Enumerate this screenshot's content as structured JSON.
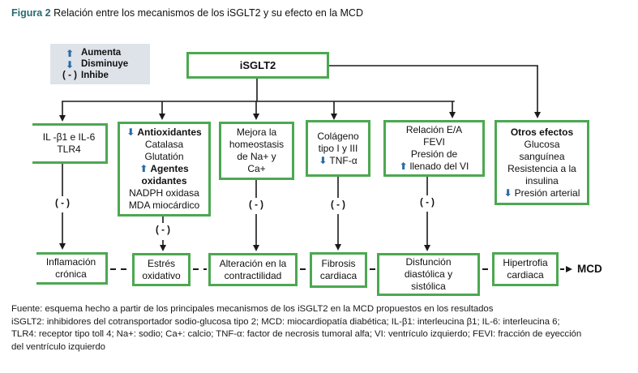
{
  "figure": {
    "caption_label": "Figura 2",
    "caption_text": "Relación entre los mecanismos de los iSGLT2 y su efecto en la MCD"
  },
  "symbols": {
    "up": "⬆",
    "down": "⬇",
    "inhibit": "( - )"
  },
  "legend": {
    "aumenta": "Aumenta",
    "disminuye": "Disminuye",
    "inhibe": "Inhibe"
  },
  "diagram": {
    "root": "iSGLT2",
    "mcd": "MCD",
    "mechanisms": [
      {
        "name": "interleucinas",
        "lines": [
          "IL -β1 e IL-6",
          "TLR4"
        ]
      },
      {
        "name": "antioxidantes",
        "lines": [
          "Antioxidantes",
          "Catalasa",
          "Glutatión",
          "Agentes",
          "oxidantes",
          "NADPH oxidasa",
          "MDA miocárdico"
        ]
      },
      {
        "name": "homeostasis",
        "lines": [
          "Mejora la",
          "homeostasis",
          "de Na+ y",
          "Ca+"
        ]
      },
      {
        "name": "colageno",
        "lines": [
          "Colágeno",
          "tipo I y III",
          "TNF-α"
        ]
      },
      {
        "name": "relacion-ea",
        "lines": [
          "Relación E/A",
          "FEVI",
          "Presión de",
          "llenado del VI"
        ]
      },
      {
        "name": "otros-efectos",
        "lines": [
          "Otros efectos",
          "Glucosa",
          "sanguínea",
          "Resistencia a la",
          "insulina",
          "Presión arterial"
        ]
      }
    ],
    "outcomes": [
      {
        "name": "inflamacion",
        "lines": [
          "Inflamación",
          "crónica"
        ]
      },
      {
        "name": "estres",
        "lines": [
          "Estrés",
          "oxidativo"
        ]
      },
      {
        "name": "alteracion",
        "lines": [
          "Alteración en la",
          "contractilidad"
        ]
      },
      {
        "name": "fibrosis",
        "lines": [
          "Fibrosis",
          "cardiaca"
        ]
      },
      {
        "name": "disfuncion",
        "lines": [
          "Disfunción",
          "diastólica y",
          "sistólica"
        ]
      },
      {
        "name": "hipertrofia",
        "lines": [
          "Hipertrofia",
          "cardiaca"
        ]
      }
    ]
  },
  "footnote": {
    "lines": [
      "Fuente: esquema hecho a partir de los principales mecanismos de los iSGLT2 en la MCD propuestos en los resultados",
      "iSGLT2: inhibidores del cotransportador sodio-glucosa tipo 2; MCD: miocardiopatía diabética; IL-β1: interleucina β1; IL-6: interleucina 6;",
      "TLR4: receptor tipo toll 4; Na+: sodio; Ca+: calcio; TNF-α: factor de necrosis tumoral alfa; VI: ventrículo izquierdo; FEVI: fracción de eyección",
      "del ventrículo izquierdo"
    ]
  },
  "colors": {
    "box_border": "#4ca851",
    "arrow_blue": "#2b6ca3",
    "caption_accent": "#266b70",
    "legend_bg": "#dee3e9",
    "line": "#1a1a1a"
  }
}
